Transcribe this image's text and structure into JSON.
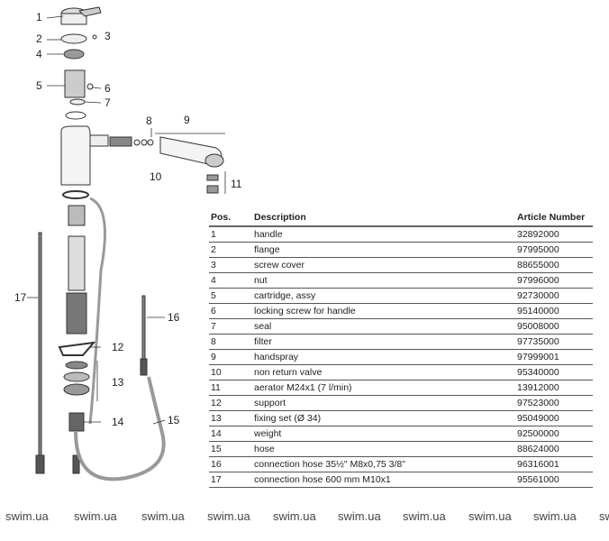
{
  "labels": [
    "1",
    "2",
    "3",
    "4",
    "5",
    "6",
    "7",
    "8",
    "9",
    "10",
    "11",
    "12",
    "13",
    "14",
    "15",
    "16",
    "17"
  ],
  "table": {
    "headers": {
      "pos": "Pos.",
      "desc": "Description",
      "article": "Article Number"
    },
    "rows": [
      {
        "pos": "1",
        "desc": "handle",
        "article": "32892000"
      },
      {
        "pos": "2",
        "desc": "flange",
        "article": "97995000"
      },
      {
        "pos": "3",
        "desc": "screw cover",
        "article": "88655000"
      },
      {
        "pos": "4",
        "desc": "nut",
        "article": "97996000"
      },
      {
        "pos": "5",
        "desc": "cartridge, assy",
        "article": "92730000"
      },
      {
        "pos": "6",
        "desc": "locking screw for handle",
        "article": "95140000"
      },
      {
        "pos": "7",
        "desc": "seal",
        "article": "95008000"
      },
      {
        "pos": "8",
        "desc": "filter",
        "article": "97735000"
      },
      {
        "pos": "9",
        "desc": "handspray",
        "article": "97999001"
      },
      {
        "pos": "10",
        "desc": "non return valve",
        "article": "95340000"
      },
      {
        "pos": "11",
        "desc": "aerator M24x1 (7 l/min)",
        "article": "13912000"
      },
      {
        "pos": "12",
        "desc": "support",
        "article": "97523000"
      },
      {
        "pos": "13",
        "desc": "fixing set (Ø 34)",
        "article": "95049000"
      },
      {
        "pos": "14",
        "desc": "weight",
        "article": "92500000"
      },
      {
        "pos": "15",
        "desc": "hose",
        "article": "88624000"
      },
      {
        "pos": "16",
        "desc": "connection hose 35½\"  M8x0,75  3/8\"",
        "article": "96316001"
      },
      {
        "pos": "17",
        "desc": "connection hose 600 mm  M10x1",
        "article": "95561000"
      }
    ]
  },
  "watermark": "swim.ua"
}
